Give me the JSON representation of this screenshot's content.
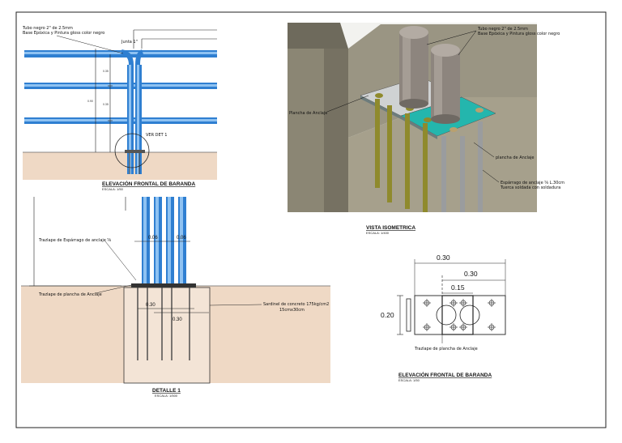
{
  "colors": {
    "pipe_blue": "#2f7fd1",
    "pipe_light": "#8ec2f2",
    "soil": "#efd9c5",
    "wall_iso": "#8b8674",
    "plate_teal": "#24b6ad",
    "anchor_olive": "#8f8a2d"
  },
  "elevation_top": {
    "title": "ELEVACIÓN FRONTAL DE BARANDA",
    "scale": "ESCALA: 1/50",
    "note_pipe_1": "Tubo negro 2\" de 2.5mm",
    "note_pipe_2": "Base Epóxica y Pintura gloss color negro",
    "note_joint": "Junta 1\"",
    "detail_tag": "VER DET 1",
    "dims": [
      "0.35",
      "0.35",
      "0.90"
    ]
  },
  "detail": {
    "title": "DETALLE 1",
    "scale": "ESCALA: 1/500",
    "note_anchor": "Trazlape de Espárrago de anclaje ⅝",
    "note_plate": "Trazlape de plancha de Anclaje",
    "note_slab_1": "Sardinel de concreto 175kg/cm2",
    "note_slab_2": "15cmx30cm",
    "dim_a": "0.06",
    "dim_b": "0.06",
    "dim_c": "0.30",
    "dim_d": "0.30"
  },
  "isometric": {
    "title": "VISTA ISOMETRICA",
    "scale": "ESCALA: 1/400",
    "note_pipe_1": "Tubo negro 2\" de 2.5mm",
    "note_pipe_2": "Base Epóxica y Pintura gloss color negro",
    "note_plate_left": "Plancha de Anclaje",
    "note_plate_right": "plancha de Anclaje",
    "note_anchor_1": "Espárrago de anclaje ⅝ L.30cm",
    "note_anchor_2": "Tuerca soldada con soldadura"
  },
  "plate_plan": {
    "title": "ELEVACIÓN FRONTAL DE BARANDA",
    "scale": "ESCALA: 1/50",
    "dim_total": "0.30",
    "dim_half": "0.30",
    "dim_mid": "0.15",
    "dim_height": "0.20",
    "note": "Trazlape de plancha de Anclaje"
  }
}
